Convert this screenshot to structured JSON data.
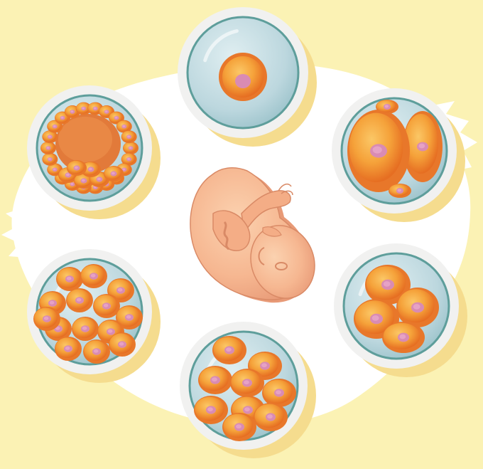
{
  "title": "",
  "colors": {
    "background": "#fbf2b4",
    "splash": "#ffffff",
    "shadow": "#f5dc8e",
    "dish_rim": "#f1f1f0",
    "dish_edge": "#5e9e9b",
    "dish_inner": "#c5dde3",
    "cell_outer": "#e8772a",
    "cell_inner": "#f5a23a",
    "cell_highlight": "#fbc766",
    "nucleus": "#d98bb3",
    "nucleus_core": "#e6a2c5",
    "fetus_skin": "#f6b791",
    "fetus_shadow": "#e89a77",
    "fetus_line": "#d98a66"
  },
  "stages": [
    {
      "name": "zygote",
      "cells": 1
    },
    {
      "name": "two-cell",
      "cells": 2
    },
    {
      "name": "four-cell",
      "cells": 4
    },
    {
      "name": "eight-cell",
      "cells": 8
    },
    {
      "name": "morula",
      "cells": 16
    },
    {
      "name": "blastocyst",
      "cells": 0
    }
  ],
  "center": {
    "name": "fetus"
  }
}
